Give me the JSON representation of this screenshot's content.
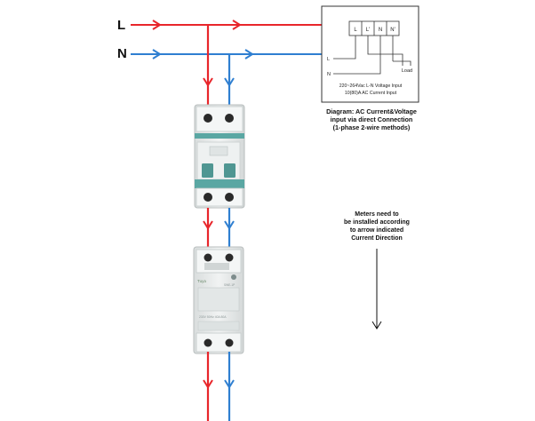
{
  "lines": {
    "line_label": "L",
    "neutral_label": "N"
  },
  "colors": {
    "line_red": "#e8262b",
    "neutral_blue": "#2f7fd1",
    "device_body": "#e9ecec",
    "breaker_accent": "#5aa7a3"
  },
  "wiring_box": {
    "terminals": [
      "L",
      "L'",
      "N",
      "N'"
    ],
    "left_labels": [
      "L",
      "N"
    ],
    "load_label": "Load",
    "spec_line1": "220~264Vac L-N Voltage Input",
    "spec_line2": "10(80)A AC Current Input"
  },
  "caption": {
    "line1": "Diagram: AC Current&Voltage",
    "line2": "input via direct Connection",
    "line3": "(1-phase 2-wire methods)"
  },
  "note": {
    "line1": "Meters need to",
    "line2": "be installed according",
    "line3": "to arrow indicated",
    "line4": "Current Direction"
  },
  "meter": {
    "brand": "Tuya",
    "model": "SWE-1P",
    "spec": "230V 50Hz   40A 80A"
  }
}
